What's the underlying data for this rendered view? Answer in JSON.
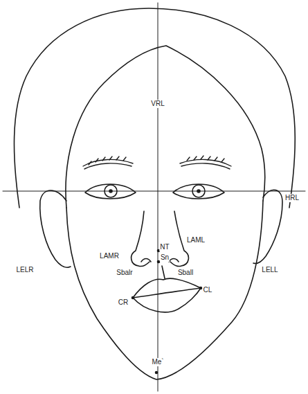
{
  "diagram": {
    "labels": [
      "VRL",
      "HRL",
      "NT",
      "Sn",
      "LAMR",
      "LAML",
      "Sbalr",
      "Sball",
      "LELR",
      "LELL",
      "CL",
      "CR",
      "Me`"
    ]
  }
}
